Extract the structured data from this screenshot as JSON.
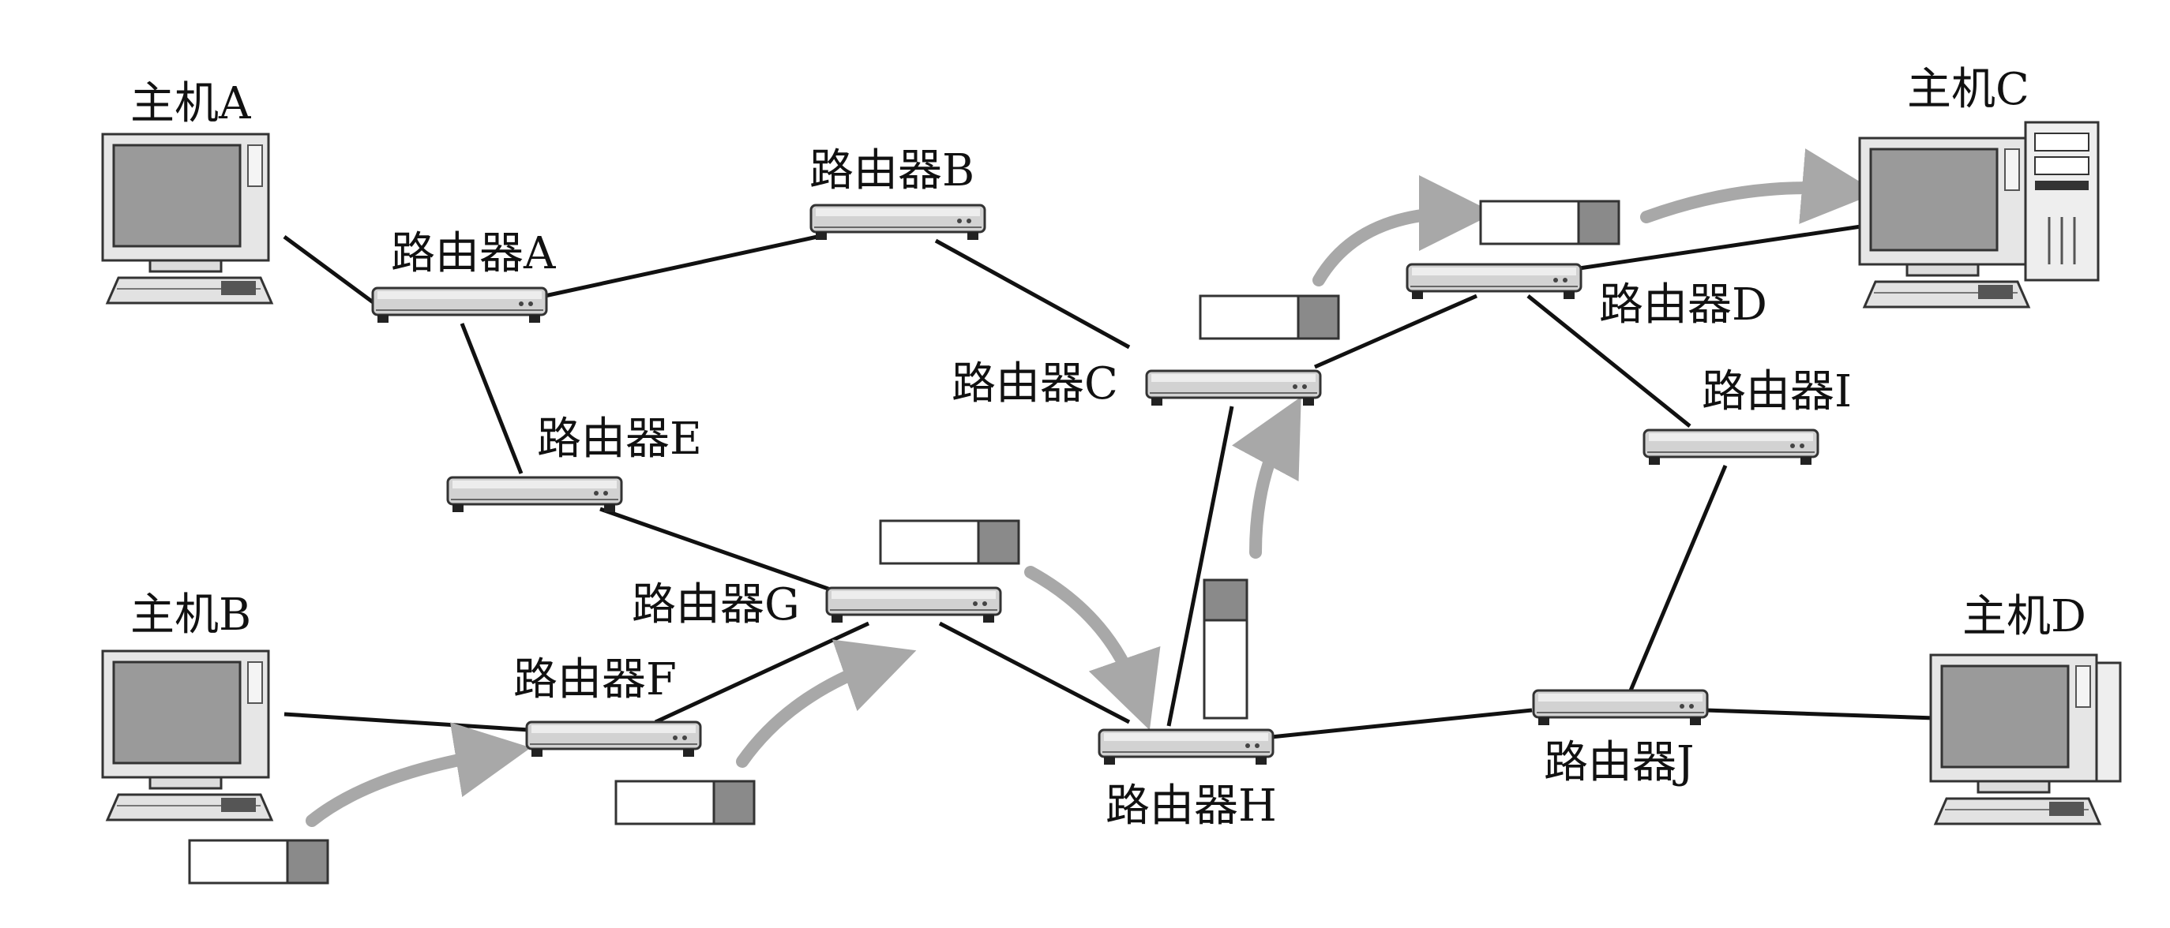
{
  "hosts": {
    "a": {
      "label": "主机A"
    },
    "b": {
      "label": "主机B"
    },
    "c": {
      "label": "主机C"
    },
    "d": {
      "label": "主机D"
    }
  },
  "routers": {
    "a": {
      "label": "路由器A"
    },
    "b": {
      "label": "路由器B"
    },
    "c": {
      "label": "路由器C"
    },
    "d": {
      "label": "路由器D"
    },
    "e": {
      "label": "路由器E"
    },
    "f": {
      "label": "路由器F"
    },
    "g": {
      "label": "路由器G"
    },
    "h": {
      "label": "路由器H"
    },
    "i": {
      "label": "路由器I"
    },
    "j": {
      "label": "路由器J"
    }
  },
  "packet_path": [
    "主机B",
    "路由器F",
    "路由器G",
    "路由器H",
    "路由器C",
    "路由器D",
    "主机C"
  ],
  "colors": {
    "link": "#111111",
    "arrow": "#a8a8a8",
    "packet_header": "#8a8a8a",
    "router_body": "#cfcfcf",
    "screen": "#9a9a9a"
  }
}
